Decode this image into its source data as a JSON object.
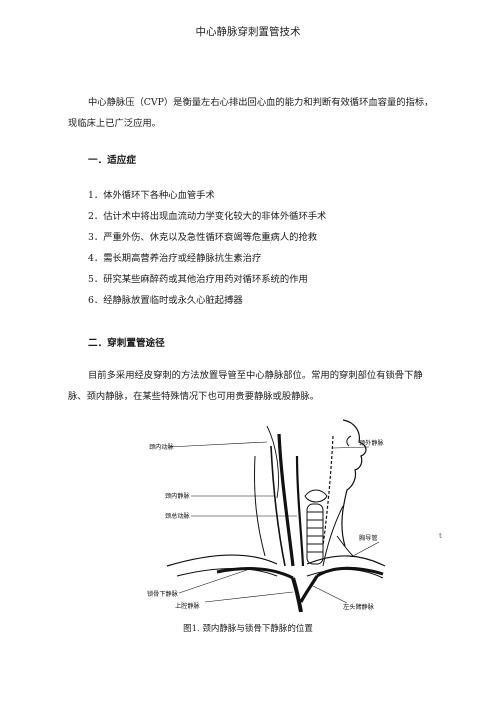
{
  "header": {
    "title": "中心静脉穿刺置管技术"
  },
  "intro": {
    "line1": "中心静脉压（CVP）是衡量左右心排出回心血的能力和判断有效循环血容量的指标，",
    "line2": "现临床上已广泛应用。"
  },
  "section1": {
    "heading": "一．适应症",
    "items": [
      "1．体外循环下各种心血管手术",
      "2．估计术中将出现血流动力学变化较大的非体外循环手术",
      "3．严重外伤、休克以及急性循环衰竭等危重病人的抢救",
      "4．需长期高营养治疗或经静脉抗生素治疗",
      "5．研究某些麻醉药或其他治疗用药对循环系统的作用",
      "6．经静脉放置临时或永久心脏起搏器"
    ]
  },
  "section2": {
    "heading": "二．穿刺置管途径",
    "line1": "目前多采用经皮穿刺的方法放置导管至中心静脉部位。常用的穿刺部位有锁骨下静",
    "line2": "脉、颈内静脉，在某些特殊情况下也可用贵要静脉或股静脉。"
  },
  "figure": {
    "labels": {
      "carotid": "颈内动脉",
      "ext_jugular": "颈外静脉",
      "int_jugular": "颈内静脉",
      "common_carotid": "颈总动脉",
      "clavicle": "胸导管",
      "subclavian": "锁骨下静脉",
      "svc": "上腔静脉",
      "brachiocephalic": "左头臂静脉"
    },
    "caption": "图1. 颈内静脉与锁骨下静脉的位置"
  },
  "side_mark": "t"
}
